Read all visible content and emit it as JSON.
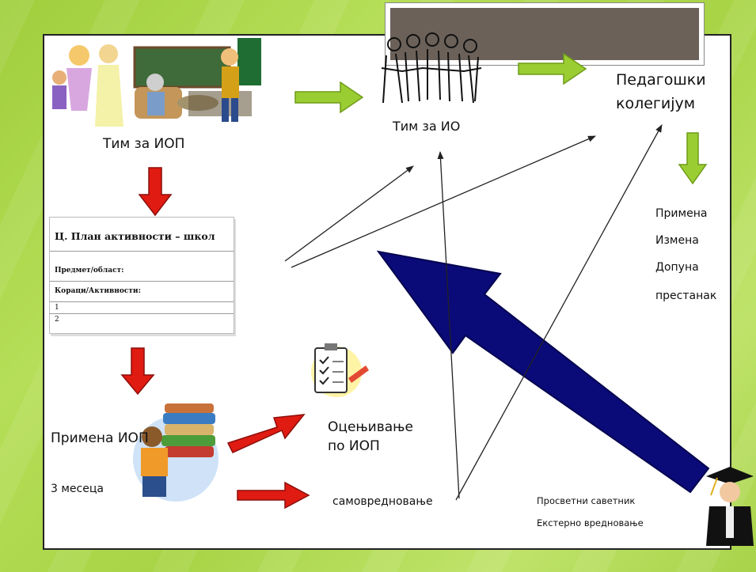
{
  "nodes": {
    "iop_team": "Тим за ИОП",
    "io_team": "Тим за ИО",
    "pedagogical_collegium": "Педагошки\nколегијум",
    "assessment": "Оцењивање\nпо ИОП",
    "self_evaluation": "самовредновање",
    "apply_iop": "Примена ИОП",
    "three_months": "3 месеца",
    "advisor": "Просветни саветник",
    "external": "Екстерно вредновање"
  },
  "outcomes": [
    "Примена",
    "Измена",
    "Допуна",
    "престанак"
  ],
  "document": {
    "title": "Ц. План активности – школ",
    "row1": "Предмет/област:",
    "row2": "Кораци/Активности:",
    "row3": "1",
    "row4": "2"
  },
  "colors": {
    "green_arrow": "#9acd32",
    "red_arrow": "#e01b12",
    "blue_arrow": "#0a0a78",
    "background": "#a8d446"
  },
  "icons": [
    "teachers-clipart",
    "crowd-people-icon",
    "clipboard-checklist-icon",
    "student-books-clipart",
    "graduate-cap-clipart"
  ]
}
